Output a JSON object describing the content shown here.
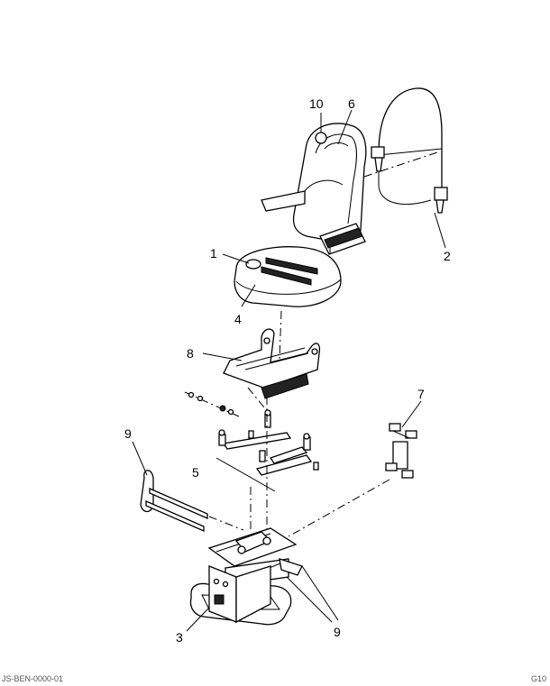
{
  "callouts": {
    "c1": "1",
    "c2": "2",
    "c3": "3",
    "c4": "4",
    "c5": "5",
    "c6": "6",
    "c7": "7",
    "c8": "8",
    "c9a": "9",
    "c9b": "9",
    "c10": "10"
  },
  "footer": {
    "left": "JS-BEN-0000-01",
    "right": "G10"
  }
}
